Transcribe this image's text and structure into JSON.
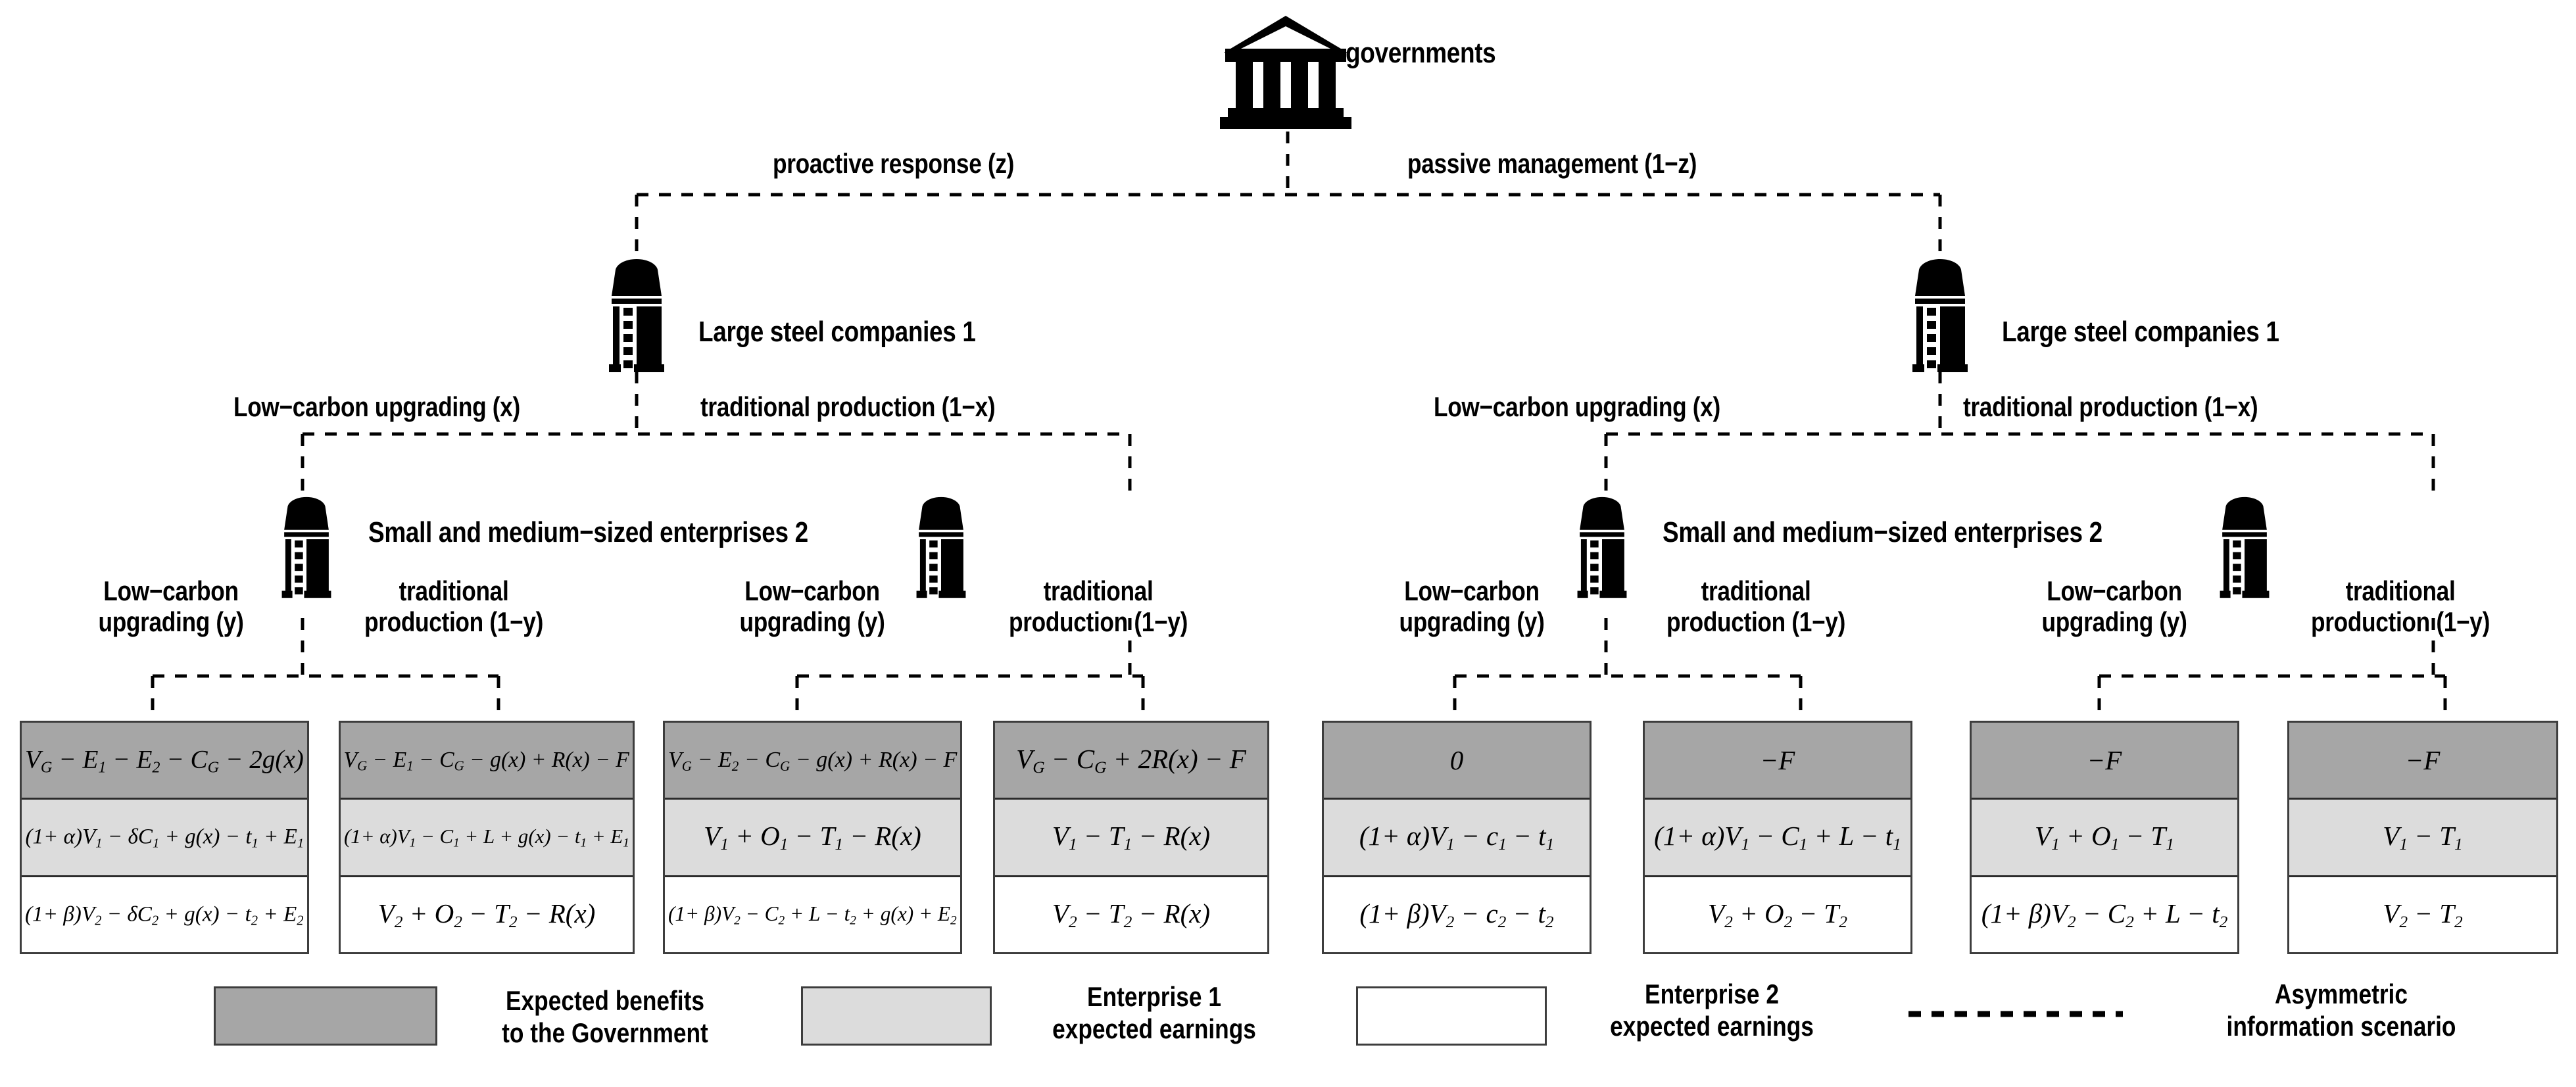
{
  "diagram": {
    "title": "Evolutionary game tree of government and steel enterprises under asymmetric information",
    "type": "game-tree"
  },
  "colors": {
    "government_fill": "#a6a6a6",
    "enterprise1_fill": "#dcdcdc",
    "enterprise2_fill": "#ffffff",
    "border": "#3d3d3d",
    "line": "#000000"
  },
  "nodes": {
    "root": {
      "label": "governments",
      "icon": "bank-icon"
    },
    "level2_left": {
      "label": "Large steel companies 1",
      "icon": "factory-icon"
    },
    "level2_right": {
      "label": "Large steel companies 1",
      "icon": "factory-icon"
    },
    "level3_left": {
      "label": "Small and medium−sized enterprises 2",
      "icon": "factory-icon"
    },
    "level3_right": {
      "label": "Small and medium−sized enterprises 2",
      "icon": "factory-icon"
    }
  },
  "branches": {
    "root_left": "proactive response (z)",
    "root_right": "passive management (1−z)",
    "l2_left_a": "Low−carbon upgrading (x)",
    "l2_left_b": "traditional production (1−x)",
    "l2_right_a": "Low−carbon upgrading (x)",
    "l2_right_b": "traditional production (1−x)",
    "l3": [
      "Low−carbon\nupgrading (y)",
      "traditional\nproduction (1−y)",
      "Low−carbon\nupgrading (y)",
      "traditional\nproduction (1−y)",
      "Low−carbon\nupgrading (y)",
      "traditional\nproduction (1−y)",
      "Low−carbon\nupgrading (y)",
      "traditional\nproduction (1−y)"
    ]
  },
  "payoffs": [
    {
      "id": "outcome-1",
      "government": "V<sub>G</sub> − E<sub>1</sub> − E<sub>2</sub> − C<sub>G</sub> − 2g(x)",
      "enterprise1": "(1+ α)V<sub>1</sub> − δC<sub>1</sub> + g(x) − t<sub>1</sub> + E<sub>1</sub>",
      "enterprise2": "(1+ β)V<sub>2</sub> − δC<sub>2</sub> + g(x) − t<sub>2</sub> + E<sub>2</sub>"
    },
    {
      "id": "outcome-2",
      "government": "V<sub>G</sub> − E<sub>1</sub> − C<sub>G</sub> − g(x) + R(x) − F",
      "enterprise1": "(1+ α)V<sub>1</sub> − C<sub>1</sub> + L + g(x) − t<sub>1</sub> + E<sub>1</sub>",
      "enterprise2": "V<sub>2</sub> + O<sub>2</sub> − T<sub>2</sub> − R(x)"
    },
    {
      "id": "outcome-3",
      "government": "V<sub>G</sub> − E<sub>2</sub> − C<sub>G</sub> − g(x) + R(x) − F",
      "enterprise1": "V<sub>1</sub> + O<sub>1</sub> − T<sub>1</sub> − R(x)",
      "enterprise2": "(1+ β)V<sub>2</sub> − C<sub>2</sub> + L − t<sub>2</sub> + g(x) + E<sub>2</sub>"
    },
    {
      "id": "outcome-4",
      "government": "V<sub>G</sub> − C<sub>G</sub> + 2R(x) − F",
      "enterprise1": "V<sub>1</sub> − T<sub>1</sub> − R(x)",
      "enterprise2": "V<sub>2</sub> − T<sub>2</sub> − R(x)"
    },
    {
      "id": "outcome-5",
      "government": "0",
      "enterprise1": "(1+ α)V<sub>1</sub> − c<sub>1</sub> − t<sub>1</sub>",
      "enterprise2": "(1+ β)V<sub>2</sub> − c<sub>2</sub> − t<sub>2</sub>"
    },
    {
      "id": "outcome-6",
      "government": "−F",
      "enterprise1": "(1+ α)V<sub>1</sub> − C<sub>1</sub> + L − t<sub>1</sub>",
      "enterprise2": "V<sub>2</sub> + O<sub>2</sub> − T<sub>2</sub>"
    },
    {
      "id": "outcome-7",
      "government": "−F",
      "enterprise1": "V<sub>1</sub> + O<sub>1</sub> − T<sub>1</sub>",
      "enterprise2": "(1+ β)V<sub>2</sub> − C<sub>2</sub> + L − t<sub>2</sub>"
    },
    {
      "id": "outcome-8",
      "government": "−F",
      "enterprise1": "V<sub>1</sub> − T<sub>1</sub>",
      "enterprise2": "V<sub>2</sub> − T<sub>2</sub>"
    }
  ],
  "legend": [
    {
      "swatch": "government_fill",
      "label": "Expected benefits\nto the Government"
    },
    {
      "swatch": "enterprise1_fill",
      "label": "Enterprise 1\nexpected earnings"
    },
    {
      "swatch": "enterprise2_fill",
      "label": "Enterprise 2\nexpected earnings"
    },
    {
      "swatch": "dashed-line",
      "label": "Asymmetric\ninformation scenario"
    }
  ]
}
